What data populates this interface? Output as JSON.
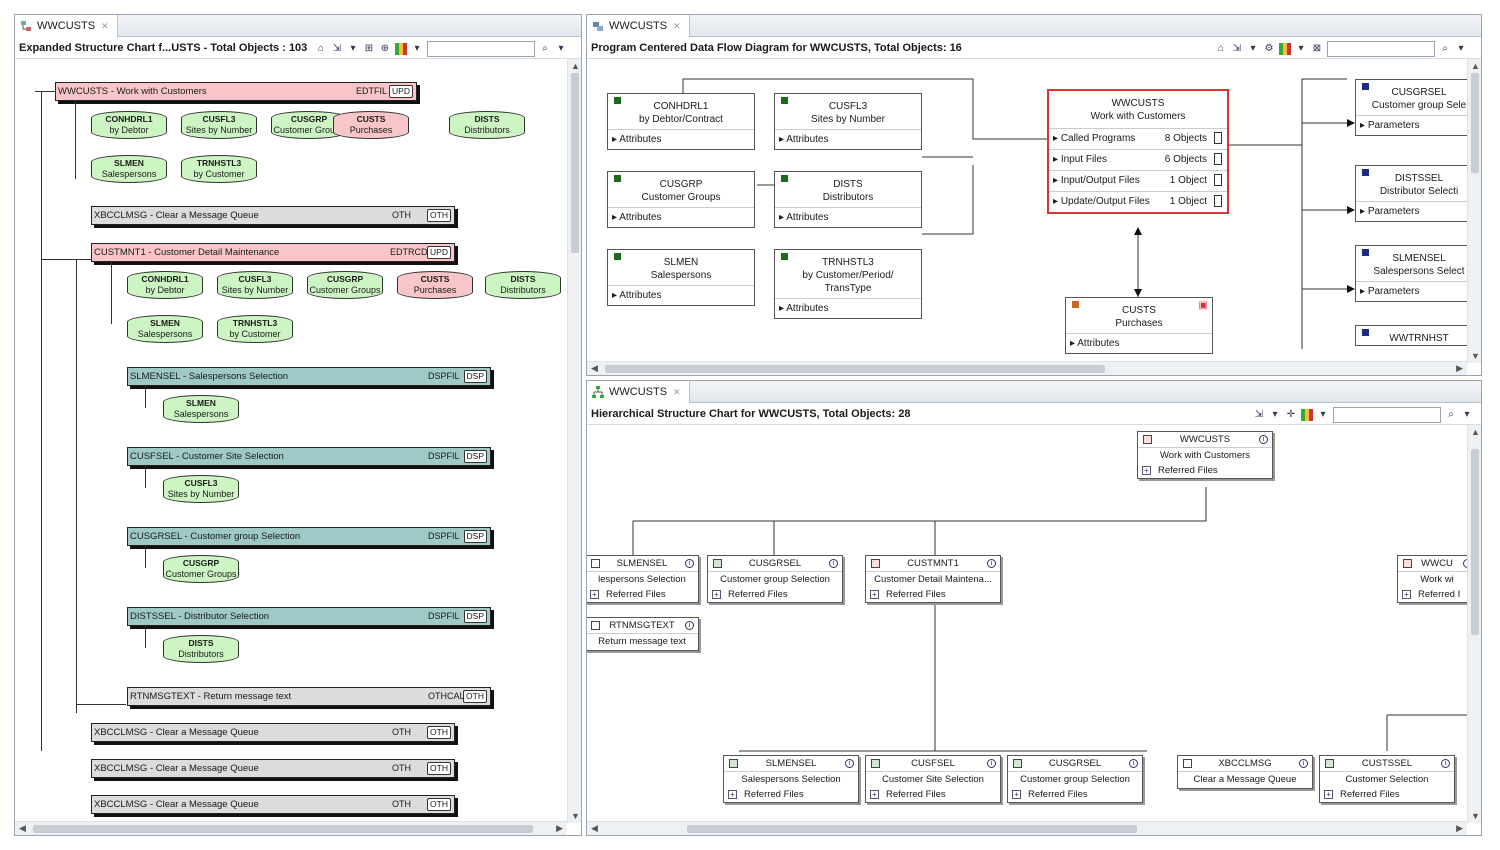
{
  "left": {
    "tab": "WWCUSTS",
    "header": "Expanded Structure Chart f...USTS - Total Objects : 103",
    "root": {
      "label": "WWCUSTS - Work with Customers",
      "tag": "EDTFIL",
      "badge": "UPD"
    },
    "root_files": [
      {
        "code": "CONHDRL1",
        "desc": "by Debtor",
        "kind": "green"
      },
      {
        "code": "CUSFL3",
        "desc": "Sites by Number",
        "kind": "green"
      },
      {
        "code": "CUSGRP",
        "desc": "Customer Groups",
        "kind": "green"
      },
      {
        "code": "CUSTS",
        "desc": "Purchases",
        "kind": "pink"
      },
      {
        "code": "DISTS",
        "desc": "Distributors",
        "kind": "green"
      },
      {
        "code": "SLMEN",
        "desc": "Salespersons",
        "kind": "green"
      },
      {
        "code": "TRNHSTL3",
        "desc": "by Customer",
        "kind": "green"
      }
    ],
    "xbc1": {
      "label": "XBCCLMSG - Clear a Message Queue",
      "tag": "OTH",
      "badge": "OTH"
    },
    "custmnt": {
      "label": "CUSTMNT1 - Customer Detail Maintenance",
      "tag": "EDTRCD",
      "badge": "UPD"
    },
    "cust_files": [
      {
        "code": "CONHDRL1",
        "desc": "by Debtor"
      },
      {
        "code": "CUSFL3",
        "desc": "Sites by Number"
      },
      {
        "code": "CUSGRP",
        "desc": "Customer Groups"
      },
      {
        "code": "CUSTS",
        "desc": "Purchases"
      },
      {
        "code": "DISTS",
        "desc": "Distributors"
      },
      {
        "code": "SLMEN",
        "desc": "Salespersons"
      },
      {
        "code": "TRNHSTL3",
        "desc": "by Customer"
      }
    ],
    "subs": [
      {
        "label": "SLMENSEL - Salespersons Selection",
        "tag": "DSPFIL",
        "badge": "DSP",
        "fcode": "SLMEN",
        "fdesc": "Salespersons"
      },
      {
        "label": "CUSFSEL - Customer Site Selection",
        "tag": "DSPFIL",
        "badge": "DSP",
        "fcode": "CUSFL3",
        "fdesc": "Sites by Number"
      },
      {
        "label": "CUSGRSEL - Customer group Selection",
        "tag": "DSPFIL",
        "badge": "DSP",
        "fcode": "CUSGRP",
        "fdesc": "Customer Groups"
      },
      {
        "label": "DISTSSEL - Distributor Selection",
        "tag": "DSPFIL",
        "badge": "DSP",
        "fcode": "DISTS",
        "fdesc": "Distributors"
      }
    ],
    "rtn": {
      "label": "RTNMSGTEXT - Return message text",
      "tag": "OTHCAL",
      "badge": "OTH"
    },
    "xbc_more": [
      {
        "label": "XBCCLMSG - Clear a Message Queue",
        "tag": "OTH",
        "badge": "OTH"
      },
      {
        "label": "XBCCLMSG - Clear a Message Queue",
        "tag": "OTH",
        "badge": "OTH"
      },
      {
        "label": "XBCCLMSG - Clear a Message Queue",
        "tag": "OTH",
        "badge": "OTH"
      }
    ]
  },
  "dfd": {
    "tab": "WWCUSTS",
    "header": "Program Centered Data Flow Diagram for WWCUSTS, Total Objects: 16",
    "files": [
      {
        "l1": "CONHDRL1",
        "l2": "by Debtor/Contract",
        "l3": "",
        "row": "Attributes"
      },
      {
        "l1": "CUSFL3",
        "l2": "Sites by Number",
        "l3": "",
        "row": "Attributes"
      },
      {
        "l1": "CUSGRP",
        "l2": "Customer Groups",
        "l3": "",
        "row": "Attributes"
      },
      {
        "l1": "DISTS",
        "l2": "Distributors",
        "l3": "",
        "row": "Attributes"
      },
      {
        "l1": "SLMEN",
        "l2": "Salespersons",
        "l3": "",
        "row": "Attributes"
      },
      {
        "l1": "TRNHSTL3",
        "l2": "by Customer/Period/",
        "l3": "TransType",
        "row": "Attributes"
      }
    ],
    "center": {
      "l1": "WWCUSTS",
      "l2": "Work with Customers",
      "rows": [
        {
          "k": "Called Programs",
          "v": "8 Objects"
        },
        {
          "k": "Input Files",
          "v": "6 Objects"
        },
        {
          "k": "Input/Output Files",
          "v": "1 Object"
        },
        {
          "k": "Update/Output Files",
          "v": "1 Object"
        }
      ]
    },
    "custs": {
      "l1": "CUSTS",
      "l2": "Purchases",
      "row": "Attributes"
    },
    "called": [
      {
        "l1": "CUSGRSEL",
        "l2": "Customer group Sele",
        "row": "Parameters"
      },
      {
        "l1": "DISTSSEL",
        "l2": "Distributor Selecti",
        "row": "Parameters"
      },
      {
        "l1": "SLMENSEL",
        "l2": "Salespersons Select",
        "row": "Parameters"
      },
      {
        "l1": "WWTRNHST",
        "l2": "",
        "row": ""
      }
    ]
  },
  "hier": {
    "tab": "WWCUSTS",
    "header": "Hierarchical Structure Chart for WWCUSTS, Total Objects: 28",
    "root": {
      "name": "WWCUSTS",
      "desc": "Work with Customers",
      "ref": "Referred Files"
    },
    "level1": [
      {
        "name": "SLMENSEL",
        "desc": "lespersons Selection",
        "ref": "Referred Files"
      },
      {
        "name": "CUSGRSEL",
        "desc": "Customer group Selection",
        "ref": "Referred Files"
      },
      {
        "name": "RTNMSGTEXT",
        "desc": "Return message text",
        "ref": ""
      },
      {
        "name": "CUSTMNT1",
        "desc": "Customer Detail Maintena...",
        "ref": "Referred Files"
      },
      {
        "name": "WWCU",
        "desc": "Work wi",
        "ref": "Referred I"
      }
    ],
    "level2": [
      {
        "name": "SLMENSEL",
        "desc": "Salespersons Selection",
        "ref": "Referred Files"
      },
      {
        "name": "CUSFSEL",
        "desc": "Customer Site Selection",
        "ref": "Referred Files"
      },
      {
        "name": "CUSGRSEL",
        "desc": "Customer group Selection",
        "ref": "Referred Files"
      },
      {
        "name": "XBCCLMSG",
        "desc": "Clear a Message Queue",
        "ref": ""
      },
      {
        "name": "CUSTSSEL",
        "desc": "Customer Selection",
        "ref": "Referred Files"
      }
    ]
  }
}
